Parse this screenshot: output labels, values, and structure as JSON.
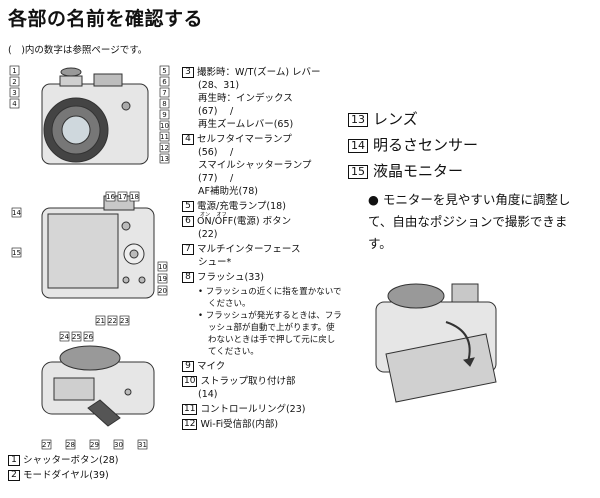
{
  "page": {
    "title": "各部の名前を確認する",
    "subtitle": "(　)内の数字は参照ページです。"
  },
  "figure_numbers": {
    "fig1_left": [
      "1",
      "2",
      "3",
      "4"
    ],
    "fig1_right": [
      "5",
      "6",
      "7",
      "8",
      "9",
      "10",
      "11",
      "12",
      "13"
    ],
    "fig2_top": [
      "16",
      "17",
      "18"
    ],
    "fig2_left": [
      "14",
      "15"
    ],
    "fig2_right": [
      "19",
      "20"
    ],
    "fig2_bottom": [
      "21",
      "22",
      "23"
    ],
    "fig2_side": [
      "10"
    ],
    "fig3_top": [
      "24",
      "25",
      "26"
    ],
    "fig3_bottom": [
      "27",
      "28",
      "29",
      "30",
      "31"
    ]
  },
  "middle_list": [
    {
      "num": "3",
      "lines": [
        "撮影時：W/T(ズーム) レバー",
        "(28、31)",
        "再生時：インデックス",
        "(67) 　/",
        "再生ズームレバー(65)"
      ]
    },
    {
      "num": "4",
      "lines": [
        "セルフタイマーランプ",
        "(56) 　/",
        "スマイルシャッターランプ",
        "(77) 　/",
        "AF補助光(78)"
      ]
    },
    {
      "num": "5",
      "lines": [
        "電源/充電ランプ(18)"
      ]
    },
    {
      "num": "6",
      "lines": [
        "ON/OFF(電源) ボタン",
        "(22)"
      ],
      "ruby": "オン 　オフ"
    },
    {
      "num": "7",
      "lines": [
        "マルチインターフェース",
        "シュー*"
      ]
    },
    {
      "num": "8",
      "lines": [
        "フラッシュ(33)"
      ]
    },
    {
      "num": "9",
      "lines": [
        "マイク"
      ]
    },
    {
      "num": "10",
      "lines": [
        "ストラップ取り付け部",
        "(14)"
      ]
    },
    {
      "num": "11",
      "lines": [
        "コントロールリング(23)"
      ]
    },
    {
      "num": "12",
      "lines": [
        "Wi-Fi受信部(内部)"
      ]
    }
  ],
  "flash_notes": [
    "フラッシュの近くに指を置かないでください。",
    "フラッシュが発光するときは、フラッシュ部が自動で上がります。使わないときは手で押して元に戻してください。"
  ],
  "bottom_list": [
    {
      "num": "1",
      "text": "シャッターボタン(28)"
    },
    {
      "num": "2",
      "text": "モードダイヤル(39)"
    }
  ],
  "right_list": [
    {
      "num": "13",
      "text": "レンズ"
    },
    {
      "num": "14",
      "text": "明るさセンサー"
    },
    {
      "num": "15",
      "text": "液晶モニター"
    }
  ],
  "monitor_note": "モニターを見やすい角度に調整して、自由なポジションで撮影できます。"
}
